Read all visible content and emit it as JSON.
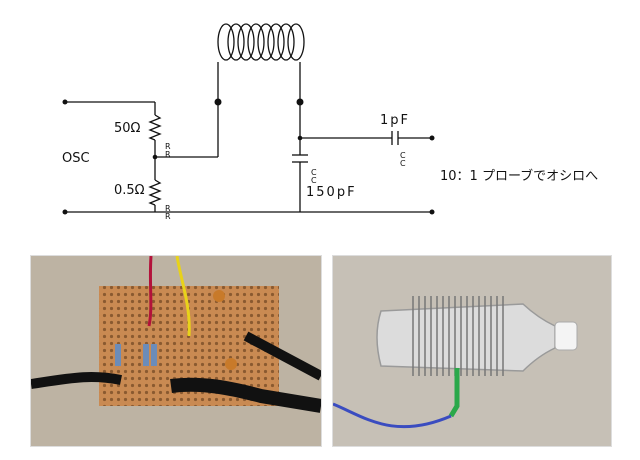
{
  "schematic": {
    "osc_label": "OSC",
    "r_top_value": "50Ω",
    "r_bottom_value": "0.5Ω",
    "r_mark": "R",
    "cap_series_value": "1pF",
    "cap_shunt_value": "150pF",
    "cap_mark": "C",
    "probe_label": "10：1 プローブでオシロへ"
  },
  "photos": {
    "left": {
      "subject": "perfboard circuit with resistors and probe clips"
    },
    "right": {
      "subject": "coil wound on plastic bottle"
    }
  }
}
